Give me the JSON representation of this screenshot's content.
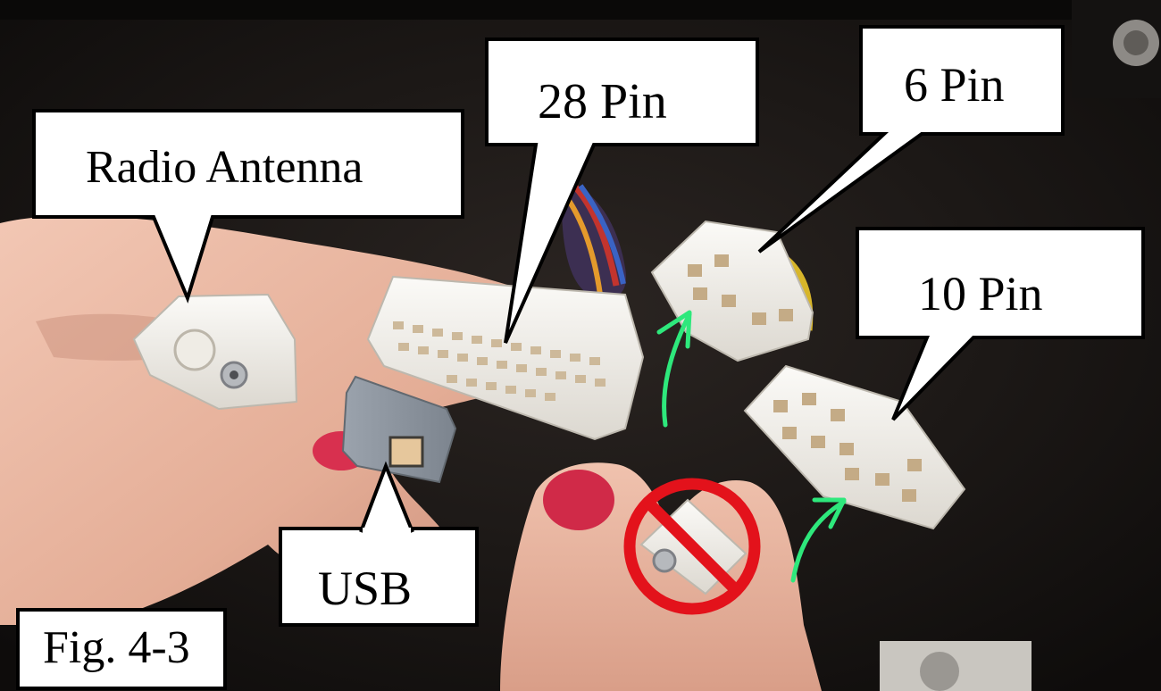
{
  "callouts": {
    "radio_antenna": "Radio Antenna",
    "pin28": "28 Pin",
    "pin6": "6 Pin",
    "pin10": "10 Pin",
    "usb": "USB"
  },
  "figure_label": "Fig. 4-3",
  "icons": {
    "prohibited": "prohibited-icon",
    "arrows": "green-arrow-icon"
  },
  "colors": {
    "callout_fill": "#ffffff",
    "callout_border": "#000000",
    "prohibited_red": "#e3121b",
    "arrow_green": "#2ee87c",
    "background": "#1a1614"
  }
}
